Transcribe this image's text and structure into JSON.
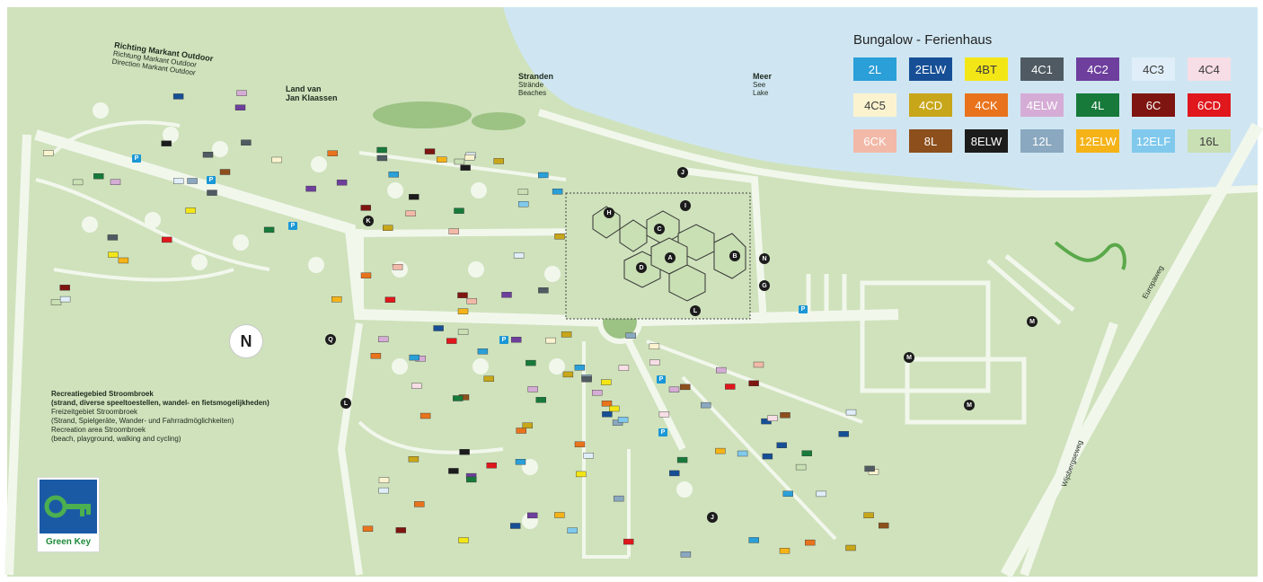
{
  "title": "Bungalow - Ferienhaus",
  "legend": [
    {
      "code": "2L",
      "color": "#2a9fd8",
      "dark": false
    },
    {
      "code": "2ELW",
      "color": "#164f96",
      "dark": false
    },
    {
      "code": "4BT",
      "color": "#f3e616",
      "dark": true
    },
    {
      "code": "4C1",
      "color": "#4f5a62",
      "dark": false
    },
    {
      "code": "4C2",
      "color": "#6e3f9d",
      "dark": false
    },
    {
      "code": "4C3",
      "color": "#dfeef8",
      "dark": true
    },
    {
      "code": "4C4",
      "color": "#f7dde5",
      "dark": true
    },
    {
      "code": "4C5",
      "color": "#fbf3cf",
      "dark": true
    },
    {
      "code": "4CD",
      "color": "#c8a619",
      "dark": false
    },
    {
      "code": "4CK",
      "color": "#e8731c",
      "dark": false
    },
    {
      "code": "4ELW",
      "color": "#d5acd5",
      "dark": false
    },
    {
      "code": "4L",
      "color": "#177a3a",
      "dark": false
    },
    {
      "code": "6C",
      "color": "#7e1510",
      "dark": false
    },
    {
      "code": "6CD",
      "color": "#e0171c",
      "dark": false
    },
    {
      "code": "6CK",
      "color": "#f2b9a8",
      "dark": false
    },
    {
      "code": "8L",
      "color": "#8d4f1c",
      "dark": false
    },
    {
      "code": "8ELW",
      "color": "#1c1c1c",
      "dark": false
    },
    {
      "code": "12L",
      "color": "#8aa8bf",
      "dark": false
    },
    {
      "code": "12ELW",
      "color": "#f5b318",
      "dark": false
    },
    {
      "code": "12ELF",
      "color": "#80c9ec",
      "dark": false
    },
    {
      "code": "16L",
      "color": "#c9dfb4",
      "dark": true
    }
  ],
  "labels": {
    "markant": [
      "Richting Markant Outdoor",
      "Richtung Markant Outdoor",
      "Direction Markant Outdoor"
    ],
    "landvan": [
      "Land van",
      "Jan Klaassen"
    ],
    "stranden": [
      "Stranden",
      "Strände",
      "Beaches"
    ],
    "meer": [
      "Meer",
      "See",
      "Lake"
    ],
    "europaweg": "Europaweg",
    "wijsbergseweg": "Wijsbergseweg"
  },
  "recreation": [
    "Recreatiegebied Stroombroek",
    "(strand, diverse speeltoestellen, wandel- en fietsmogelijkheden)",
    "Freizeitgebiet Stroombroek",
    "(Strand, Spielgeräte, Wander- und Fahrradmöglichkeiten)",
    "Recreation area Stroombroek",
    "(beach, playground, walking and cycling)"
  ],
  "greenkey": "Green Key",
  "compass": "N",
  "markers": [
    "J",
    "K",
    "L",
    "Q",
    "I",
    "H",
    "C",
    "D",
    "A",
    "B",
    "N",
    "G",
    "M"
  ],
  "parking": "P",
  "colors": {
    "grass": "#cfe2bc",
    "path": "#f2f7ec",
    "water": "#cfe6f2",
    "darkgreen": "#9cc284"
  }
}
